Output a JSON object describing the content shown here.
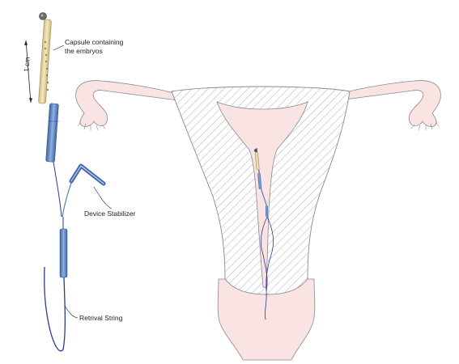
{
  "labels": {
    "capsule_line1": "Capsule containing",
    "capsule_line2": "the embryos",
    "scale": "1 cm",
    "stabilizer": "Device Stabilizer",
    "string": "Retrival String"
  },
  "colors": {
    "tissue_fill": "#f9e3e3",
    "tissue_stroke": "#8a8a8a",
    "capsule_fill": "#e6d9a6",
    "device_blue": "#5b7fb8",
    "string_blue": "#2a3a9a"
  }
}
